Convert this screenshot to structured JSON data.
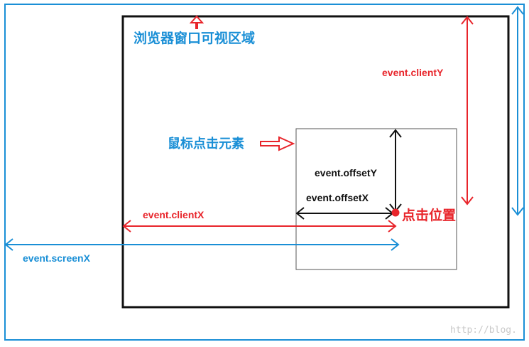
{
  "labels": {
    "viewport": "浏览器窗口可视区域",
    "target_element": "鼠标点击元素",
    "click_position": "点击位置",
    "client_y": "event.clientY",
    "client_x": "event.clientX",
    "offset_y": "event.offsetY",
    "offset_x": "event.offsetX",
    "screen_x": "event.screenX",
    "watermark": "http://blog."
  },
  "colors": {
    "screen": "#1a8fd6",
    "client": "#e8252b",
    "offset": "#111111",
    "viewport_border": "#111111",
    "element_border": "#555555"
  }
}
